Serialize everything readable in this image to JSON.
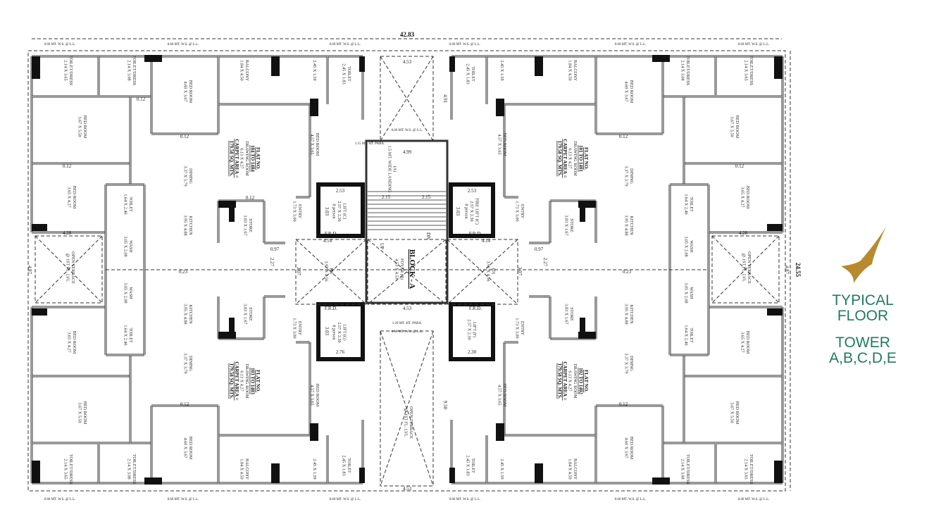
{
  "title": {
    "line1": "TYPICAL",
    "line2": "FLOOR",
    "line3": "TOWER",
    "line4": "A,B,C,D,E"
  },
  "logo": {
    "icon": "gold-star-sparkle-icon",
    "color": "#b8892e"
  },
  "text_color": "#1f7a62",
  "overall_dimensions": {
    "width": "42.83",
    "depth": "24.55"
  },
  "flats": [
    {
      "label": "FLAT NO.",
      "range": "104 TO 1404",
      "room": "DRAWING ROOM",
      "size": "6.13 X 4.27",
      "carpet": "CARPET AREA =",
      "area": "179.58 SQ. MTS."
    },
    {
      "label": "FLAT NO.",
      "range": "101 TO 1401",
      "room": "DRAWING ROOM",
      "size": "6.13 X 4.27",
      "carpet": "CARPET AREA =",
      "area": "179.58 SQ. MTS."
    },
    {
      "label": "FLAT NO.",
      "range": "103 TO 1403",
      "room": "DRAWING ROOM",
      "size": "6.13 X 4.27",
      "carpet": "CARPET AREA =",
      "area": "179.58 SQ. MTS."
    },
    {
      "label": "FLAT NO.",
      "range": "102 TO 1402",
      "room": "DRAWING ROOM",
      "size": "6.13 X 4.27",
      "carpet": "CARPET AREA =",
      "area": "179.58 SQ. MTS."
    }
  ],
  "rooms": [
    {
      "name": "TOILET/DRESS",
      "size": "2.14 X 3.65"
    },
    {
      "name": "TOILET/DRESS",
      "size": "2.14 X 3.08"
    },
    {
      "name": "BED ROOM",
      "size": "4.60 X 3.67"
    },
    {
      "name": "BALCONY",
      "size": "1.84 X 4.50"
    },
    {
      "name": "",
      "size": "2.45 X 1.59"
    },
    {
      "name": "TOILET",
      "size": "2.45 X 1.83"
    },
    {
      "name": "BED ROOM",
      "size": "3.67 X 5.50"
    },
    {
      "name": "DINING",
      "size": "3.37 X 3.79"
    },
    {
      "name": "BED ROOM",
      "size": "4.57 X 3.65"
    },
    {
      "name": "BED ROOM",
      "size": "3.65 X 4.27"
    },
    {
      "name": "TOILET",
      "size": "1.64 X 2.46"
    },
    {
      "name": "KITCHEN",
      "size": "3.95 X 4.88"
    },
    {
      "name": "STORE",
      "size": "3.83 X 1.67"
    },
    {
      "name": "ENTRY",
      "size": "1.73 X 3.00"
    },
    {
      "name": "WASH",
      "size": "3.05 X 2.08"
    },
    {
      "name": "OPEN TERRACE",
      "size": "@ 1ST FL. LVL"
    }
  ],
  "core": {
    "lift_c": {
      "name": "LIFT (C)",
      "size": "2.57 X 2.30",
      "cap": "8 person"
    },
    "fire_lift": {
      "name": "FIRE LIFT (C)",
      "size": "2.57 X 2.30",
      "cap": "8 person"
    },
    "lift_g": {
      "name": "LIFT (G)",
      "size": "2.57 X 2.30",
      "cap": "8 person"
    },
    "lift_f": {
      "name": "LIFT (F)",
      "size": "2.57 X 2.30"
    },
    "foyer": {
      "name": "FOYER (B)",
      "size": "4.53 X 4.53"
    },
    "block": "BLOCK - A",
    "lobby_left": {
      "name": "(D)",
      "size": "3.97 X 4.56"
    },
    "lobby_right": {
      "name": "(D)",
      "size": "3.96 X 4.56"
    },
    "landing": {
      "name": "(A)",
      "size": "1.5 MT. WIDE LANDING"
    },
    "terrace": {
      "name": "OPEN TERRACE",
      "size": "@ 1ST FL. LVL"
    },
    "up": "UP",
    "dn": "DN",
    "frd": "F.R.D.",
    "para_115": "1.15 MT. HT. PARA.",
    "para_120": "1.20 MT. HT. PARA.",
    "ws": "0.60 MT. W.S. @ L.L."
  },
  "dims": {
    "d453": "4.53",
    "d499": "4.99",
    "d215": "2.15",
    "d253": "2.53",
    "d303": "3.03",
    "d414": "4.14",
    "d307": "3.07",
    "d276": "2.76",
    "d230": "2.30",
    "d950": "9.50",
    "d491": "4.91",
    "d487": "4.87",
    "d428": "4.28",
    "d023": "0.23",
    "d012": "0.12",
    "d097": "0.97",
    "d227": "2.27"
  }
}
